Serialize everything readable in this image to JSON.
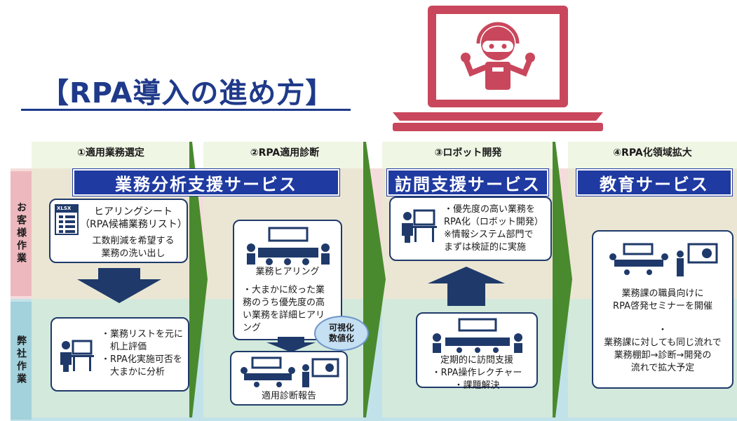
{
  "title": "【RPA導入の進め方】",
  "row_labels": {
    "customer": "お客様作業",
    "ours": "弊社作業"
  },
  "phases": [
    {
      "label": "①適用業務選定"
    },
    {
      "label": "②RPA適用診断"
    },
    {
      "label": "③ロボット開発"
    },
    {
      "label": "④RPA化領域拡大"
    }
  ],
  "services": {
    "analysis": "業務分析支援サービス",
    "visit": "訪問支援サービス",
    "education": "教育サービス"
  },
  "cards": {
    "hearing_sheet": {
      "badge": "XLSX",
      "title": "ヒアリングシート\n（RPA候補業務リスト）",
      "body": "工数削減を希望する\n業務の洗い出し"
    },
    "desk_eval": {
      "body": "・業務リストを元に\n　机上評価\n・RPA化実施可否を\n　大まかに分析"
    },
    "business_hearing": {
      "title": "業務ヒアリング",
      "body": "・大まかに絞った業\n務のうち優先度の高\nい業務を詳細ヒアリ\nング"
    },
    "diagnosis_report": {
      "title": "適用診断報告"
    },
    "robot_dev": {
      "body": "・優先度の高い業務を\nRPA化（ロボット開発）\n※情報システム部門で\nまずは検証的に実施"
    },
    "regular_visit": {
      "body": "定期的に訪問支援\n・RPA操作レクチャー\n・課題解決"
    },
    "education": {
      "body1": "業務課の職員向けに\nRPA啓発セミナーを開催",
      "body2": "・\n業務課に対しても同じ流れで\n業務棚卸→診断→開発の\n流れで拡大予定"
    }
  },
  "bubble": "可視化\n数値化",
  "colors": {
    "title": "#1f3a8a",
    "service_bar": "#1f3aa0",
    "chevron": "#4a8a2e",
    "band_pink": "#f5dcdc",
    "band_blue": "#c2e2ea",
    "laptop": "#c9475c"
  }
}
